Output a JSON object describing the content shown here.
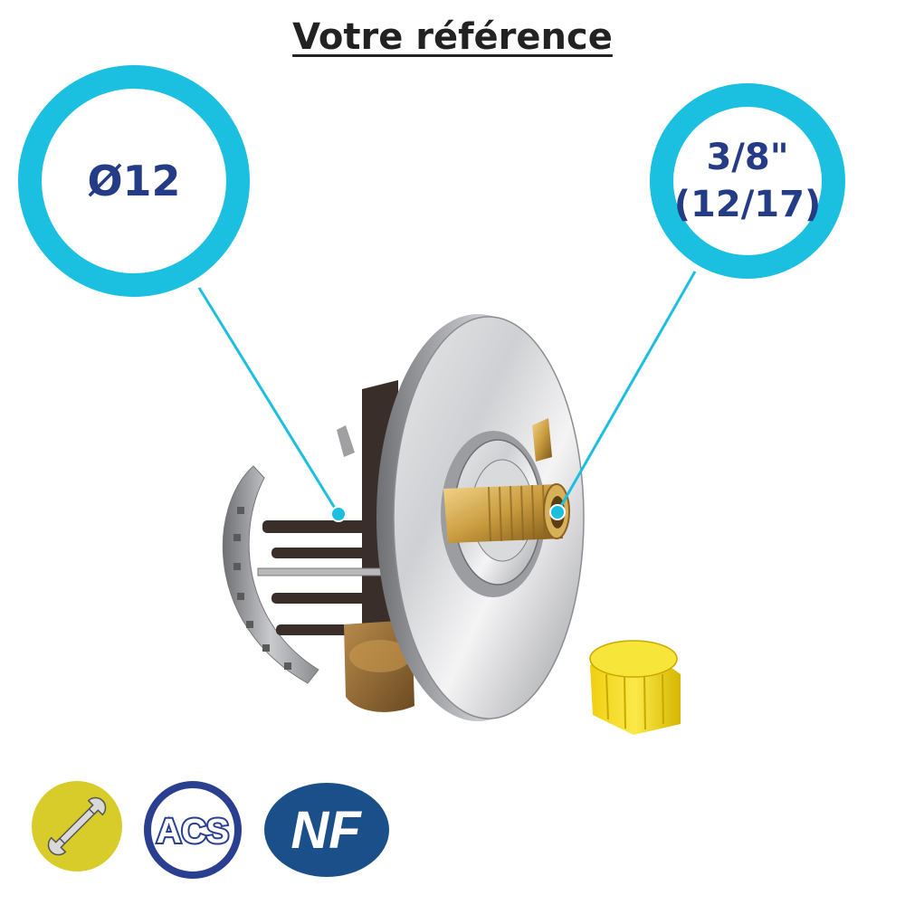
{
  "header": {
    "title": "Votre référence"
  },
  "left_callout": {
    "value": "Ø12"
  },
  "right_callout": {
    "line1": "3/8\"",
    "line2": "(12/17)"
  },
  "badges": {
    "tool_icon": "wrench-icon",
    "acs": {
      "label": "ACS"
    },
    "nf": {
      "label": "NF"
    }
  },
  "colors": {
    "ring": "#1bbfe0",
    "text": "#243b86",
    "nf_blue": "#1b4f8a",
    "tool_yellow": "#d7cc2a",
    "cap_yellow": "#f4e21a"
  }
}
